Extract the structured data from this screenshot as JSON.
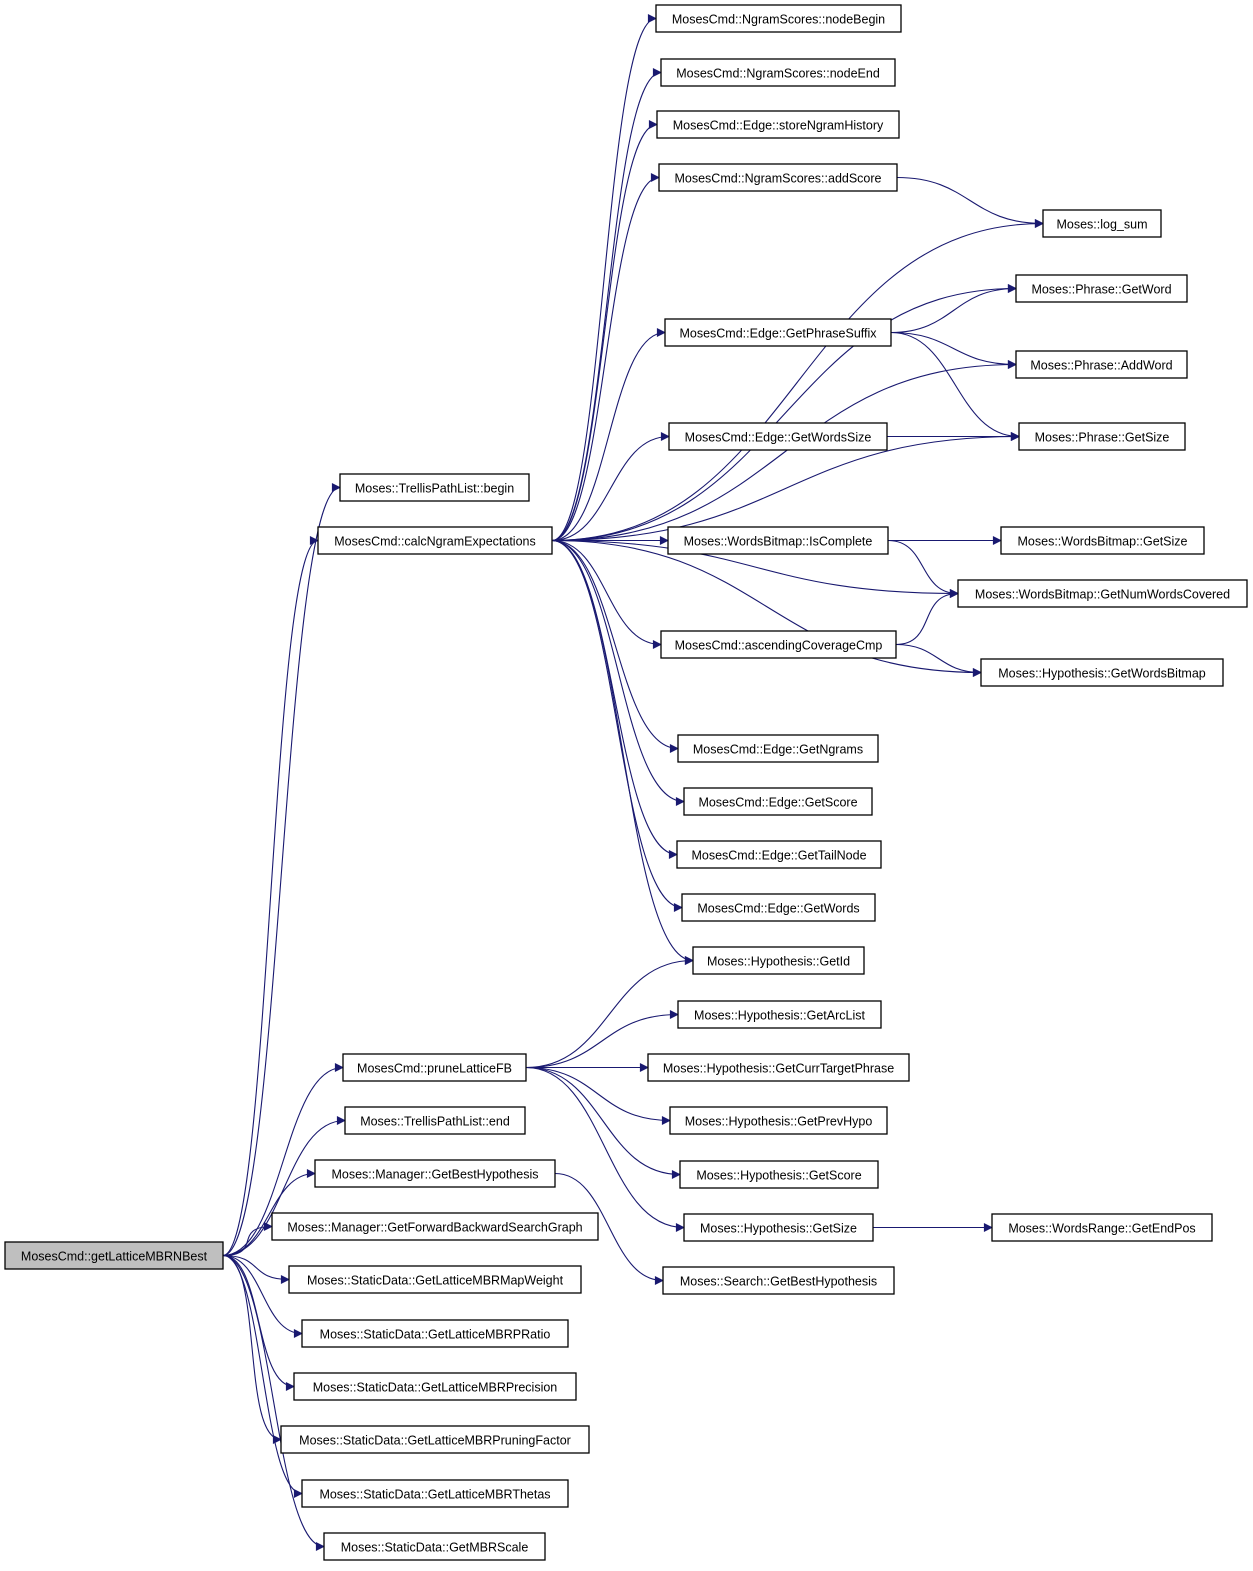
{
  "colors": {
    "edge": "#191970",
    "node_border": "#000000",
    "node_fill": "#ffffff",
    "root_fill": "#bfbfbf"
  },
  "nodes": {
    "getLatticeMBRNBest": "MosesCmd::getLatticeMBRNBest",
    "trellisBegin": "Moses::TrellisPathList::begin",
    "calcNgramExpectations": "MosesCmd::calcNgramExpectations",
    "pruneLatticeFB": "MosesCmd::pruneLatticeFB",
    "trellisEnd": "Moses::TrellisPathList::end",
    "mgrGetBestHypothesis": "Moses::Manager::GetBestHypothesis",
    "mgrGetFBSearchGraph": "Moses::Manager::GetForwardBackwardSearchGraph",
    "sdMapWeight": "Moses::StaticData::GetLatticeMBRMapWeight",
    "sdPRatio": "Moses::StaticData::GetLatticeMBRPRatio",
    "sdPrecision": "Moses::StaticData::GetLatticeMBRPrecision",
    "sdPruningFactor": "Moses::StaticData::GetLatticeMBRPruningFactor",
    "sdThetas": "Moses::StaticData::GetLatticeMBRThetas",
    "sdMBRScale": "Moses::StaticData::GetMBRScale",
    "nodeBegin": "MosesCmd::NgramScores::nodeBegin",
    "nodeEnd": "MosesCmd::NgramScores::nodeEnd",
    "storeNgramHistory": "MosesCmd::Edge::storeNgramHistory",
    "addScore": "MosesCmd::NgramScores::addScore",
    "logSum": "Moses::log_sum",
    "phraseGetWord": "Moses::Phrase::GetWord",
    "getPhraseSuffix": "MosesCmd::Edge::GetPhraseSuffix",
    "phraseAddWord": "Moses::Phrase::AddWord",
    "edgeGetWordsSize": "MosesCmd::Edge::GetWordsSize",
    "phraseGetSize": "Moses::Phrase::GetSize",
    "wbIsComplete": "Moses::WordsBitmap::IsComplete",
    "wbGetSize": "Moses::WordsBitmap::GetSize",
    "wbGetNumWordsCovered": "Moses::WordsBitmap::GetNumWordsCovered",
    "ascendingCoverageCmp": "MosesCmd::ascendingCoverageCmp",
    "hypGetWordsBitmap": "Moses::Hypothesis::GetWordsBitmap",
    "edgeGetNgrams": "MosesCmd::Edge::GetNgrams",
    "edgeGetScore": "MosesCmd::Edge::GetScore",
    "edgeGetTailNode": "MosesCmd::Edge::GetTailNode",
    "edgeGetWords": "MosesCmd::Edge::GetWords",
    "hypGetId": "Moses::Hypothesis::GetId",
    "hypGetArcList": "Moses::Hypothesis::GetArcList",
    "hypGetCurrTargetPhrase": "Moses::Hypothesis::GetCurrTargetPhrase",
    "hypGetPrevHypo": "Moses::Hypothesis::GetPrevHypo",
    "hypGetScore": "Moses::Hypothesis::GetScore",
    "hypGetSize": "Moses::Hypothesis::GetSize",
    "wrGetEndPos": "Moses::WordsRange::GetEndPos",
    "searchGetBestHypothesis": "Moses::Search::GetBestHypothesis"
  },
  "edges": [
    [
      "getLatticeMBRNBest",
      "trellisBegin"
    ],
    [
      "getLatticeMBRNBest",
      "calcNgramExpectations"
    ],
    [
      "getLatticeMBRNBest",
      "pruneLatticeFB"
    ],
    [
      "getLatticeMBRNBest",
      "trellisEnd"
    ],
    [
      "getLatticeMBRNBest",
      "mgrGetBestHypothesis"
    ],
    [
      "getLatticeMBRNBest",
      "mgrGetFBSearchGraph"
    ],
    [
      "getLatticeMBRNBest",
      "sdMapWeight"
    ],
    [
      "getLatticeMBRNBest",
      "sdPRatio"
    ],
    [
      "getLatticeMBRNBest",
      "sdPrecision"
    ],
    [
      "getLatticeMBRNBest",
      "sdPruningFactor"
    ],
    [
      "getLatticeMBRNBest",
      "sdThetas"
    ],
    [
      "getLatticeMBRNBest",
      "sdMBRScale"
    ],
    [
      "calcNgramExpectations",
      "nodeBegin"
    ],
    [
      "calcNgramExpectations",
      "nodeEnd"
    ],
    [
      "calcNgramExpectations",
      "storeNgramHistory"
    ],
    [
      "calcNgramExpectations",
      "addScore"
    ],
    [
      "calcNgramExpectations",
      "logSum"
    ],
    [
      "calcNgramExpectations",
      "phraseGetWord"
    ],
    [
      "calcNgramExpectations",
      "getPhraseSuffix"
    ],
    [
      "calcNgramExpectations",
      "phraseAddWord"
    ],
    [
      "calcNgramExpectations",
      "edgeGetWordsSize"
    ],
    [
      "calcNgramExpectations",
      "phraseGetSize"
    ],
    [
      "calcNgramExpectations",
      "wbIsComplete"
    ],
    [
      "calcNgramExpectations",
      "wbGetNumWordsCovered"
    ],
    [
      "calcNgramExpectations",
      "ascendingCoverageCmp"
    ],
    [
      "calcNgramExpectations",
      "hypGetWordsBitmap"
    ],
    [
      "calcNgramExpectations",
      "edgeGetNgrams"
    ],
    [
      "calcNgramExpectations",
      "edgeGetScore"
    ],
    [
      "calcNgramExpectations",
      "edgeGetTailNode"
    ],
    [
      "calcNgramExpectations",
      "edgeGetWords"
    ],
    [
      "calcNgramExpectations",
      "hypGetId"
    ],
    [
      "addScore",
      "logSum"
    ],
    [
      "getPhraseSuffix",
      "phraseGetWord"
    ],
    [
      "getPhraseSuffix",
      "phraseAddWord"
    ],
    [
      "getPhraseSuffix",
      "phraseGetSize"
    ],
    [
      "edgeGetWordsSize",
      "phraseGetSize"
    ],
    [
      "wbIsComplete",
      "wbGetSize"
    ],
    [
      "wbIsComplete",
      "wbGetNumWordsCovered"
    ],
    [
      "ascendingCoverageCmp",
      "wbGetNumWordsCovered"
    ],
    [
      "ascendingCoverageCmp",
      "hypGetWordsBitmap"
    ],
    [
      "pruneLatticeFB",
      "hypGetId"
    ],
    [
      "pruneLatticeFB",
      "hypGetArcList"
    ],
    [
      "pruneLatticeFB",
      "hypGetCurrTargetPhrase"
    ],
    [
      "pruneLatticeFB",
      "hypGetPrevHypo"
    ],
    [
      "pruneLatticeFB",
      "hypGetScore"
    ],
    [
      "pruneLatticeFB",
      "hypGetSize"
    ],
    [
      "hypGetSize",
      "wrGetEndPos"
    ],
    [
      "mgrGetBestHypothesis",
      "searchGetBestHypothesis"
    ]
  ]
}
